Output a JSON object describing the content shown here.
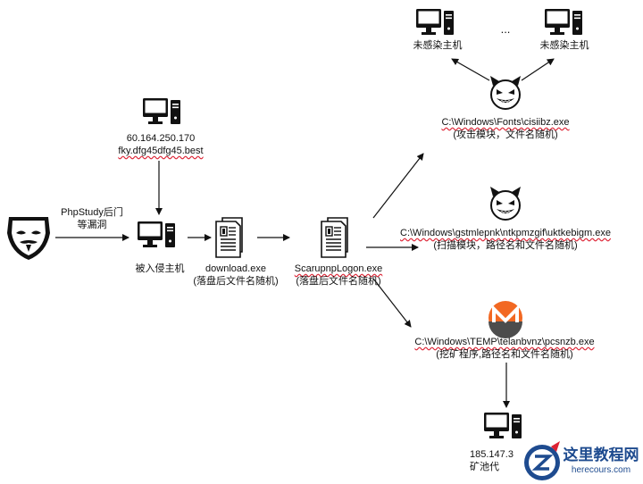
{
  "nodes": {
    "attacker": {
      "icon": "anonymous-mask-icon"
    },
    "c2_server": {
      "line1": "60.164.250.170",
      "line2": "fky.dfg45dfg45.best",
      "icon": "computer-icon"
    },
    "edge_vuln": {
      "line1": "PhpStudy后门",
      "line2": "等漏洞"
    },
    "victim": {
      "label": "被入侵主机",
      "icon": "computer-icon"
    },
    "download": {
      "line1": "download.exe",
      "line2": "(落盘后文件名随机)",
      "icon": "document-icon"
    },
    "scarup": {
      "line1": "ScarupnpLogon.exe",
      "line2": "(落盘后文件名随机)",
      "icon": "document-icon"
    },
    "attack_module": {
      "line1": "C:\\Windows\\Fonts\\cisiibz.exe",
      "line2": "(攻击模块，文件名随机)",
      "icon": "devil-face-icon"
    },
    "uninfected_1": {
      "label": "未感染主机",
      "icon": "computer-icon"
    },
    "uninfected_2": {
      "label": "未感染主机",
      "icon": "computer-icon"
    },
    "ellipsis": "...",
    "scan_module": {
      "line1": "C:\\Windows\\gstmlepnk\\ntkpmzgif\\uktkebigm.exe",
      "line2": "(扫描模块，路径名和文件名随机)",
      "icon": "devil-face-icon"
    },
    "miner": {
      "line1": "C:\\Windows\\TEMP\\telanbvnz\\pcsnzb.exe",
      "line2": "(挖矿程序,路径名和文件名随机)",
      "icon": "monero-logo-icon"
    },
    "pool": {
      "line1": "185.147.3",
      "line2": "矿池代",
      "icon": "computer-icon"
    }
  },
  "watermark": {
    "text_cn": "这里教程网",
    "text_en": "herecours.com"
  },
  "colors": {
    "monero_orange": "#f26822",
    "monero_dark": "#4c4c4c",
    "watermark_blue": "#1e4b8f",
    "accent_red": "#d23"
  }
}
